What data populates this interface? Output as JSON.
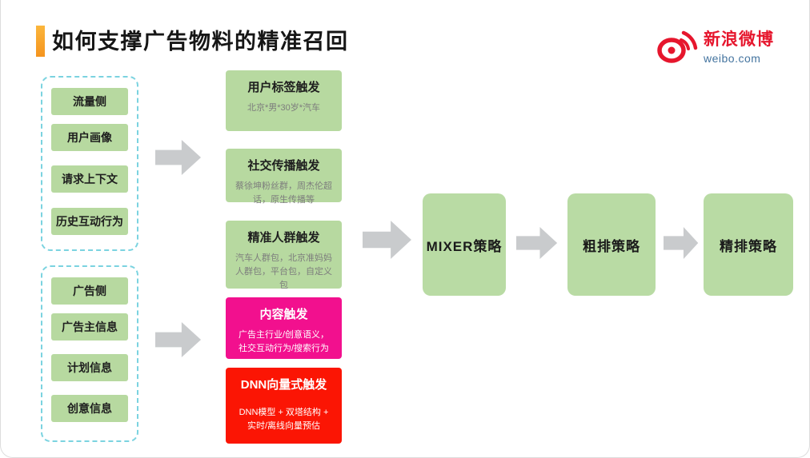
{
  "slide": {
    "title": "如何支撑广告物料的精准召回"
  },
  "logo": {
    "name": "新浪微博",
    "domain": "weibo.com"
  },
  "left_groups": [
    {
      "label": "流量侧",
      "items": [
        "用户画像",
        "请求上下文",
        "历史互动行为"
      ]
    },
    {
      "label": "广告侧",
      "items": [
        "广告主信息",
        "计划信息",
        "创意信息"
      ]
    }
  ],
  "triggers": [
    {
      "title": "用户标签触发",
      "subtitle": "北京*男*30岁*汽车",
      "style": "green"
    },
    {
      "title": "社交传播触发",
      "subtitle": "蔡徐坤粉丝群，周杰伦超话，原生传播等",
      "style": "green"
    },
    {
      "title": "精准人群触发",
      "subtitle": "汽车人群包，北京准妈妈人群包，平台包，自定义包",
      "style": "green"
    },
    {
      "title": "内容触发",
      "subtitle": "广告主行业/创意语义，社交互动行为/搜索行为",
      "style": "magenta"
    },
    {
      "title": "DNN向量式触发",
      "subtitle": "DNN模型 + 双塔结构 + 实时/离线向量预估",
      "style": "red"
    }
  ],
  "pipeline": [
    "MIXER策略",
    "粗排策略",
    "精排策略"
  ],
  "colors": {
    "green_box": "#b7d9a0",
    "magenta_box": "#f2108e",
    "red_box": "#fb1504",
    "arrow_gray": "#c9cbcd",
    "dashed_border": "#7bd3e0",
    "accent_bar": "#f6a21f",
    "logo_red": "#e6162d",
    "logo_blue": "#44749f"
  }
}
